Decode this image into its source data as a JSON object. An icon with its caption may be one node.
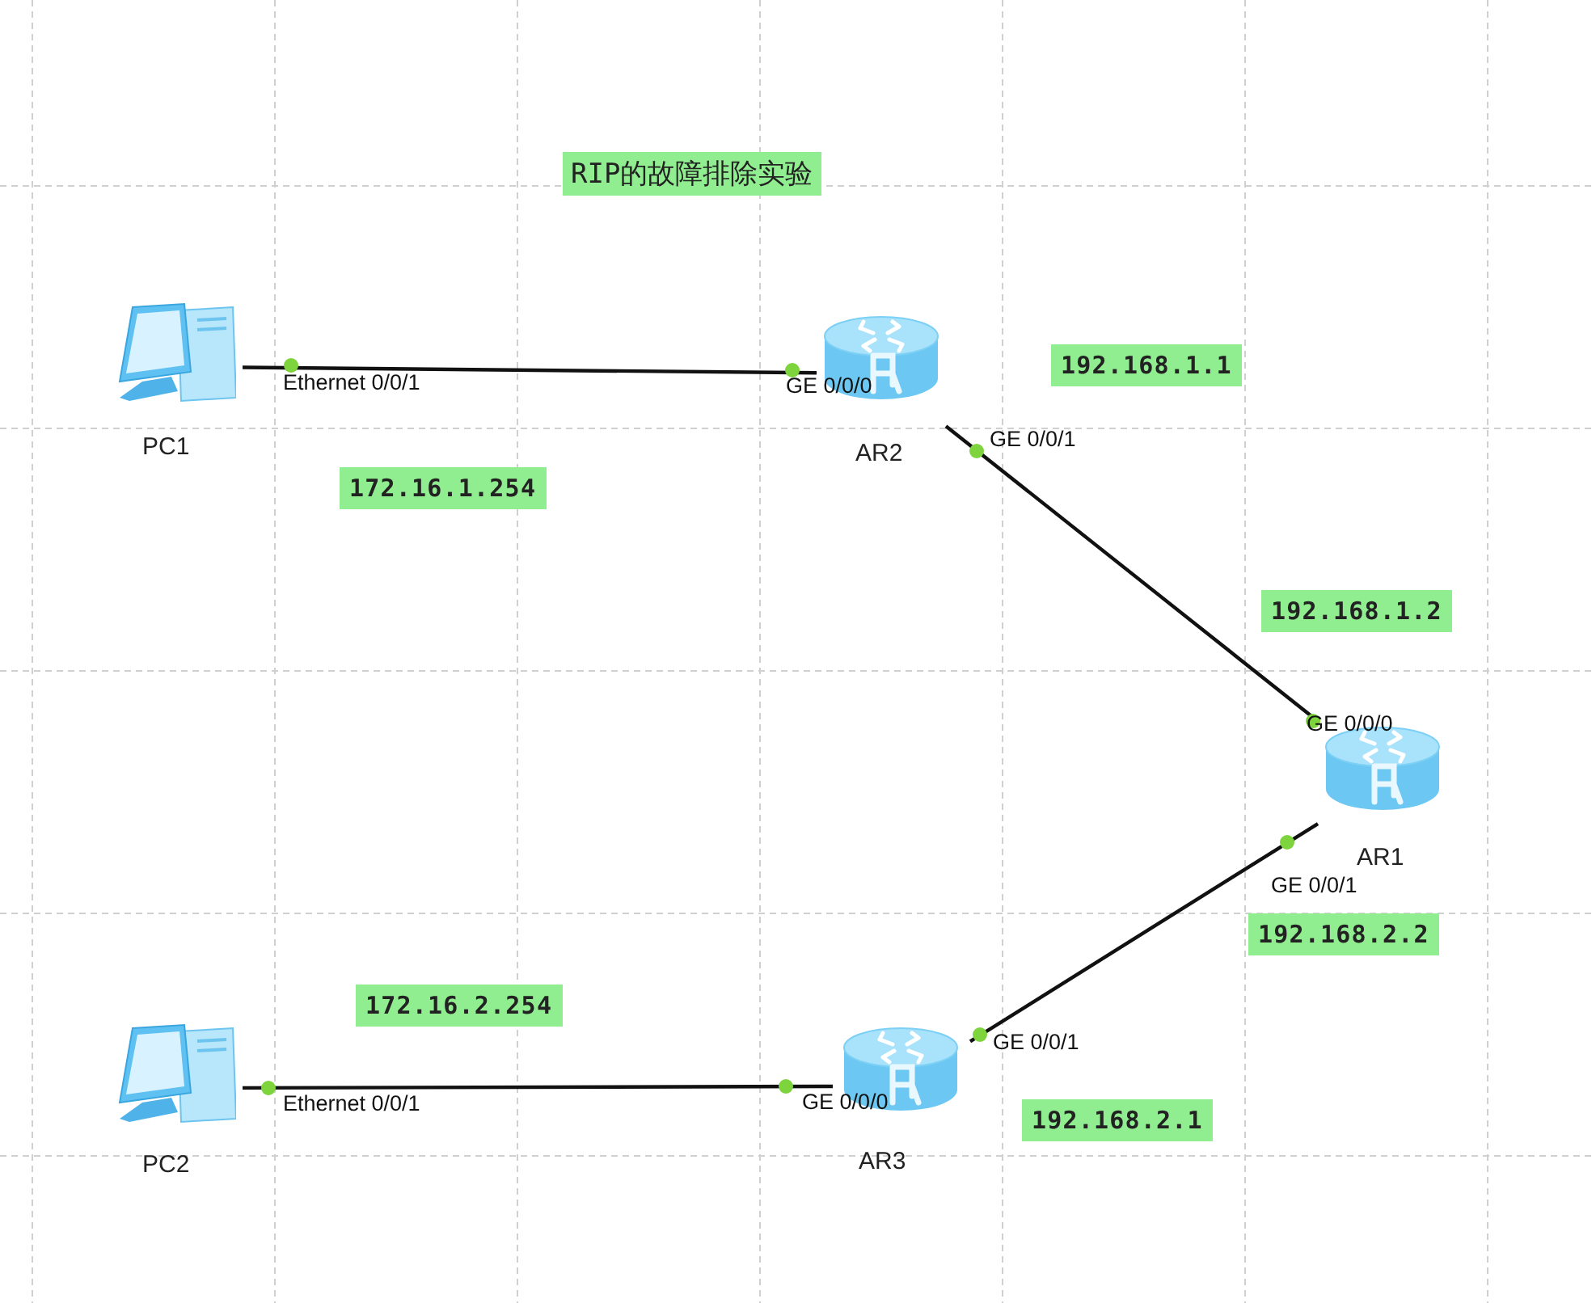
{
  "diagram": {
    "title": "RIP的故障排除实验",
    "nodes": [
      {
        "text": [
          "PC1"
        ]
      },
      {
        "text": [
          "AR2"
        ]
      },
      {
        "text": [
          "AR1"
        ]
      },
      {
        "text": [
          "AR3"
        ]
      },
      {
        "text": [
          "PC2"
        ]
      }
    ],
    "edges": [
      {
        "from": 0,
        "to": 1,
        "arrow": "none"
      },
      {
        "from": 1,
        "to": 2,
        "arrow": "none"
      },
      {
        "from": 2,
        "to": 3,
        "arrow": "none"
      },
      {
        "from": 4,
        "to": 3,
        "arrow": "none"
      }
    ],
    "labels": [
      "Ethernet 0/0/1",
      "GE 0/0/0",
      "192.168.1.1",
      "GE 0/0/1",
      "172.16.1.254",
      "192.168.1.2",
      "GE 0/0/0",
      "GE 0/0/1",
      "192.168.2.2",
      "172.16.2.254",
      "GE 0/0/1",
      "Ethernet 0/0/1",
      "GE 0/0/0",
      "192.168.2.1"
    ]
  }
}
